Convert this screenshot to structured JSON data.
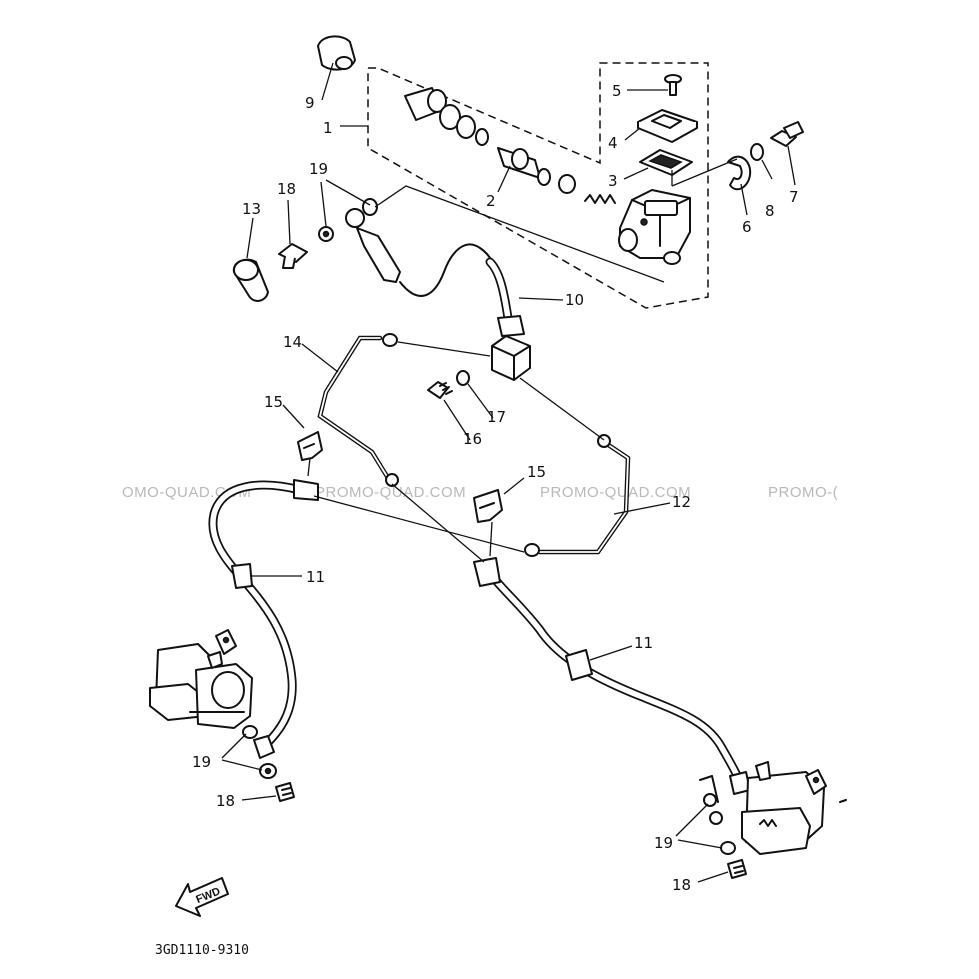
{
  "diagram": {
    "drawing_code": "3GD1110-9310",
    "fwd_label": "FWD",
    "watermark": [
      "OMO-QUAD.COM",
      "PROMO-QUAD.COM",
      "PROMO-QUAD.COM",
      "PROMO-("
    ],
    "part_labels": [
      {
        "id": "p1",
        "text": "1"
      },
      {
        "id": "p2",
        "text": "2"
      },
      {
        "id": "p3",
        "text": "3"
      },
      {
        "id": "p4",
        "text": "4"
      },
      {
        "id": "p5",
        "text": "5"
      },
      {
        "id": "p6",
        "text": "6"
      },
      {
        "id": "p7",
        "text": "7"
      },
      {
        "id": "p8",
        "text": "8"
      },
      {
        "id": "p9",
        "text": "9"
      },
      {
        "id": "p10",
        "text": "10"
      },
      {
        "id": "p11a",
        "text": "11"
      },
      {
        "id": "p11b",
        "text": "11"
      },
      {
        "id": "p12",
        "text": "12"
      },
      {
        "id": "p13",
        "text": "13"
      },
      {
        "id": "p14",
        "text": "14"
      },
      {
        "id": "p15a",
        "text": "15"
      },
      {
        "id": "p15b",
        "text": "15"
      },
      {
        "id": "p16",
        "text": "16"
      },
      {
        "id": "p17",
        "text": "17"
      },
      {
        "id": "p18a",
        "text": "18"
      },
      {
        "id": "p18b",
        "text": "18"
      },
      {
        "id": "p18c",
        "text": "18"
      },
      {
        "id": "p19a",
        "text": "19"
      },
      {
        "id": "p19b",
        "text": "19"
      },
      {
        "id": "p19c",
        "text": "19"
      }
    ]
  }
}
